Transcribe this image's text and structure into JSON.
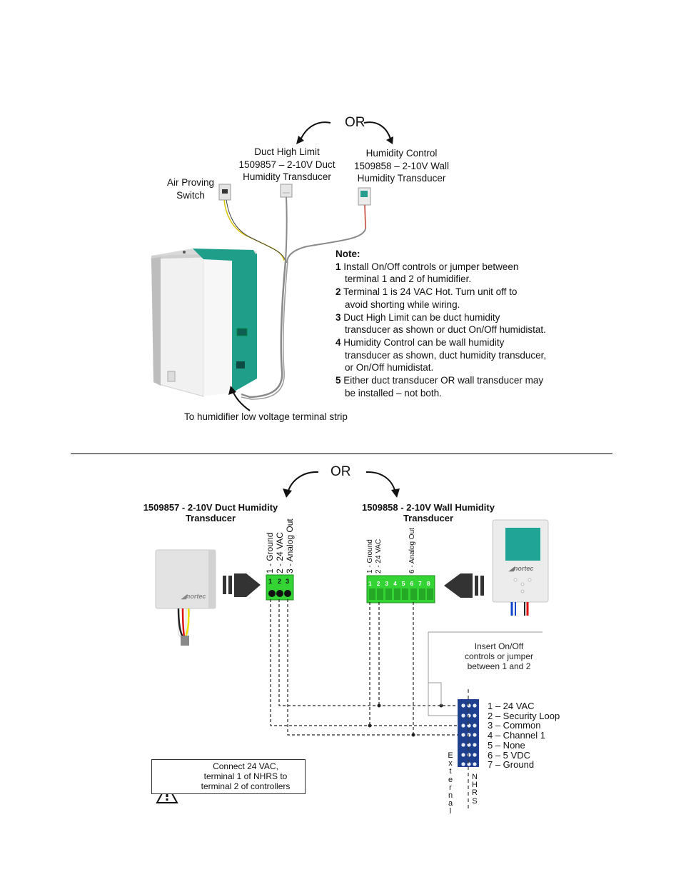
{
  "top": {
    "or_label": "OR",
    "air_proving_switch": [
      "Air Proving",
      "Switch"
    ],
    "duct_high_limit": [
      "Duct High Limit",
      "1509857 – 2-10V Duct",
      "Humidity Transducer"
    ],
    "humidity_control": [
      "Humidity Control",
      "1509858 – 2-10V Wall",
      "Humidity Transducer"
    ],
    "note_title": "Note",
    "notes": [
      {
        "num": "1",
        "line1": "Install On/Off controls or jumper between",
        "line2": "terminal 1 and 2 of humidifier."
      },
      {
        "num": "2",
        "line1": "Terminal 1 is 24 VAC Hot.  Turn unit off to",
        "line2": "avoid shorting while wiring."
      },
      {
        "num": "3",
        "line1": "Duct High Limit can be duct humidity",
        "line2": "transducer as shown or duct On/Off humidistat."
      },
      {
        "num": "4",
        "line1": "Humidity Control can be wall humidity",
        "line2": "transducer as shown, duct humidity transducer,",
        "line3": "or On/Off humidistat."
      },
      {
        "num": "5",
        "line1": "Either duct transducer OR wall transducer may",
        "line2": "be installed – not both."
      }
    ],
    "bottom_caption": "To humidifier low voltage terminal strip"
  },
  "bottom": {
    "or_label": "OR",
    "duct_title": [
      "1509857 - 2-10V Duct Humidity",
      "Transducer"
    ],
    "wall_title": [
      "1509858 - 2-10V Wall Humidity",
      "Transducer"
    ],
    "duct_pins": [
      "1 - Ground",
      "2 - 24 VAC",
      "3 - Analog Out"
    ],
    "duct_pin_numbers": [
      "1",
      "2",
      "3"
    ],
    "wall_pins": [
      "1 - Ground",
      "2 - 24 VAC",
      "6 - Analog Out"
    ],
    "wall_pin_numbers": [
      "1",
      "2",
      "3",
      "4",
      "5",
      "6",
      "7",
      "8"
    ],
    "brand": "nortec",
    "insert_note": [
      "Insert On/Off",
      "controls or jumper",
      "between 1 and 2"
    ],
    "terminals": [
      "1 – 24 VAC",
      "2 – Security Loop",
      "3 – Common",
      "4 – Channel 1",
      "5 – None",
      "6 – 5 VDC",
      "7 – Ground"
    ],
    "external_label": [
      "E",
      "x",
      "t",
      "e",
      "r",
      "n",
      "a",
      "l"
    ],
    "nhrs_label": [
      "N",
      "H",
      "R",
      "S"
    ],
    "warning": [
      "Connect 24 VAC,",
      "terminal 1 of NHRS to",
      "terminal 2 of controllers"
    ]
  },
  "colors": {
    "humidifier_green": "#1f9e8a",
    "terminal_green": "#2fd12f",
    "terminal_blue": "#1f3f8f",
    "wire_gray": "#888888"
  }
}
